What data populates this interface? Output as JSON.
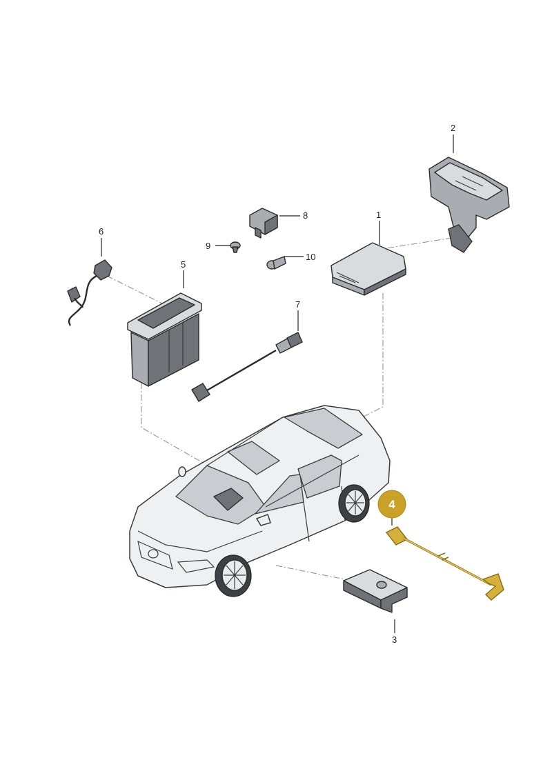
{
  "diagram": {
    "callouts": [
      {
        "id": "1",
        "label": "1"
      },
      {
        "id": "2",
        "label": "2"
      },
      {
        "id": "3",
        "label": "3"
      },
      {
        "id": "4",
        "label": "4"
      },
      {
        "id": "5",
        "label": "5"
      },
      {
        "id": "6",
        "label": "6"
      },
      {
        "id": "7",
        "label": "7"
      },
      {
        "id": "8",
        "label": "8"
      },
      {
        "id": "9",
        "label": "9"
      },
      {
        "id": "10",
        "label": "10"
      }
    ],
    "highlighted_callout": "4",
    "colors": {
      "highlight_badge": "#c9a227",
      "highlight_part": "#d4b13a",
      "part_gray": "#6f7378",
      "line": "#222222"
    }
  }
}
